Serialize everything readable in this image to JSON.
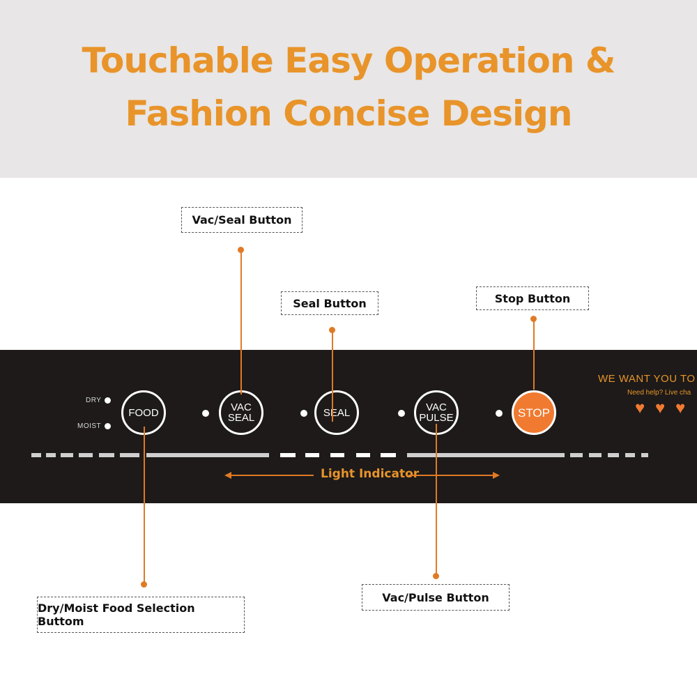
{
  "header": {
    "line1": "Touchable Easy Operation &",
    "line2": "Fashion Concise Design"
  },
  "panel": {
    "dry_label": "DRY",
    "moist_label": "MOIST",
    "buttons": {
      "food": "FOOD",
      "vac_seal_1": "VAC",
      "vac_seal_2": "SEAL",
      "seal": "SEAL",
      "vac_pulse_1": "VAC",
      "vac_pulse_2": "PULSE",
      "stop": "STOP"
    },
    "slogan": "WE WANT YOU TO",
    "help_text": "Need help? Live cha",
    "heart_icon": "heart-icon"
  },
  "callouts": {
    "vac_seal": "Vac/Seal Button",
    "seal": "Seal Button",
    "stop": "Stop Button",
    "food": "Dry/Moist Food Selection Buttom",
    "vac_pulse": "Vac/Pulse Button",
    "indicator": "Light Indicator"
  },
  "colors": {
    "accent": "#e8942a",
    "line": "#e07a24",
    "stop_fill": "#f07a30",
    "panel_bg": "#1d1a19",
    "header_bg": "#e8e6e6"
  }
}
